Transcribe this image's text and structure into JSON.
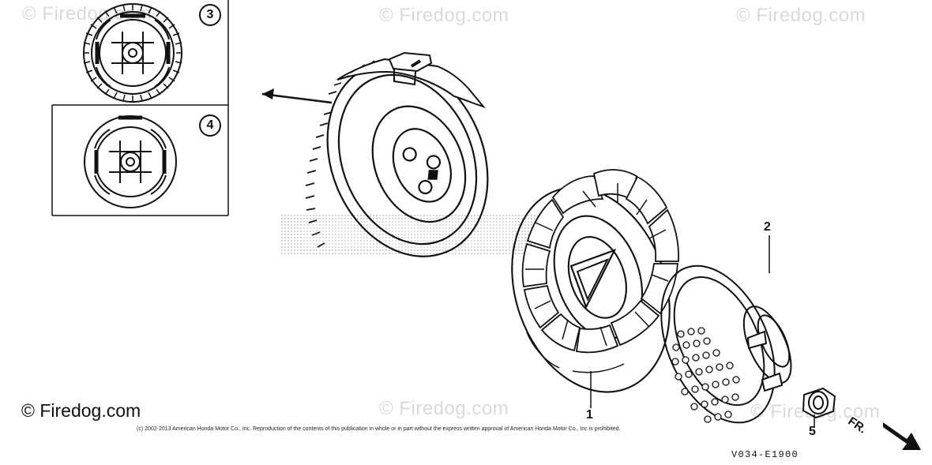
{
  "watermarks": {
    "top_left": "© Firedog.com",
    "top_center": "© Firedog.com",
    "top_right": "© Firedog.com",
    "bottom_center": "© Firedog.com",
    "bottom_right": "© Firedog.com",
    "main": "© Firedog.com"
  },
  "footer": {
    "copyright": "(c) 2002-2013 American Honda Motor Co., Inc. Reproduction of the contents of this publication in whole or in part without the express written approval of American Honda Motor Co., Inc is prohibited.",
    "diagram_code": "V034-E1900"
  },
  "callouts": {
    "one": "1",
    "two": "2",
    "three": "3",
    "four": "4",
    "five": "5"
  },
  "direction": {
    "front": "FR."
  },
  "icons": {
    "flywheel": "flywheel-icon",
    "cooling_fan": "cooling-fan-icon",
    "starter_pulley": "starter-pulley-icon",
    "nut": "nut-icon"
  }
}
